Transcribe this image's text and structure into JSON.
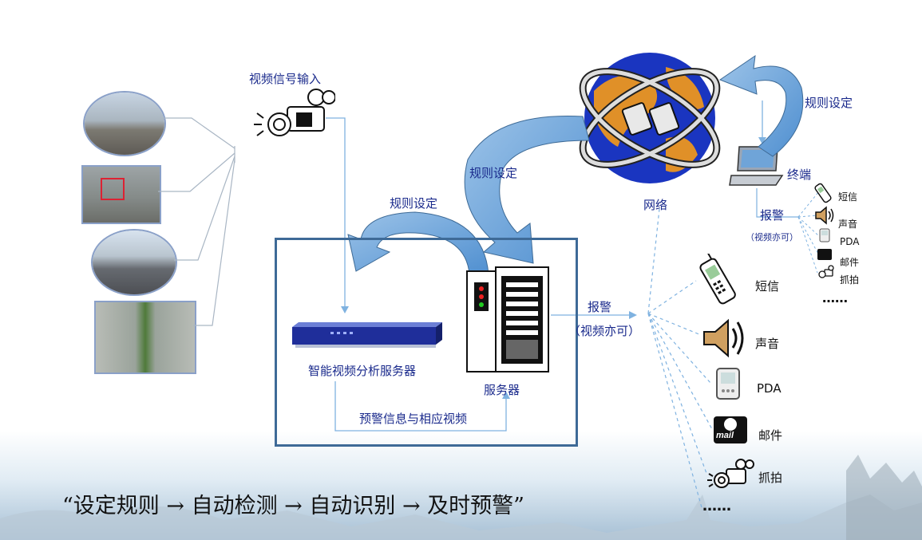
{
  "labels": {
    "video_input": "视频信号输入",
    "rule_set_left": "规则设定",
    "rule_set_center": "规则设定",
    "rule_set_right": "规则设定",
    "network": "网络",
    "terminal": "终端",
    "alarm_small": "报警",
    "alarm_small_sub": "（视频亦可）",
    "alarm_main": "报警",
    "alarm_main_sub": "（视频亦可）",
    "analysis_server": "智能视频分析服务器",
    "server": "服务器",
    "warning_info": "预警信息与相应视频"
  },
  "small_outputs": [
    "短信",
    "声音",
    "PDA",
    "邮件",
    "抓拍"
  ],
  "small_more": "……",
  "main_outputs": [
    "短信",
    "声音",
    "PDA",
    "邮件",
    "抓拍"
  ],
  "main_more": "……",
  "mail_icon_text": "mail",
  "tagline": "“设定规则  →  自动检测  →  自动识别  →  及时预警”",
  "colors": {
    "label_blue": "#1a2a8c",
    "arrow_blue": "#5b9bd5",
    "frame_border": "#3e6a97",
    "line_blue": "#7fb2e0"
  }
}
